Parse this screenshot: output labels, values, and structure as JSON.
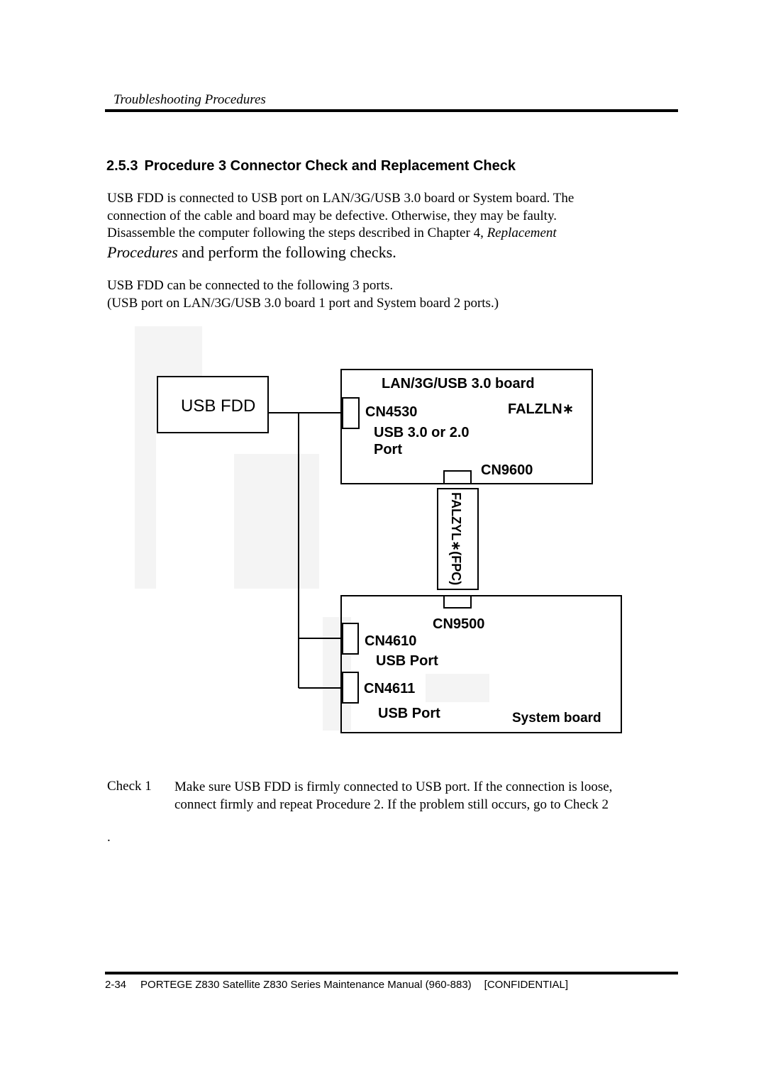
{
  "header": {
    "running_title": "Troubleshooting Procedures"
  },
  "section": {
    "number": "2.5.3",
    "title": "Procedure 3 Connector Check and Replacement Check"
  },
  "para1": {
    "line1": "USB FDD is connected to USB port on LAN/3G/USB 3.0 board or System board. The",
    "line2": "connection of the cable and board may be defective. Otherwise, they may be faulty.",
    "line3_pre": "Disassemble the computer following the steps described in Chapter 4, ",
    "line3_italic": "Replacement",
    "line4_italic": "Procedures",
    "line4_post": " and perform the following checks."
  },
  "para2": {
    "line1": "USB FDD can be connected to the following 3 ports.",
    "line2": "(USB port on LAN/3G/USB 3.0 board 1 port and System board 2 ports.)"
  },
  "diagram": {
    "usb_fdd": "USB FDD",
    "lan_board_title": "LAN/3G/USB 3.0 board",
    "cn4530": "CN4530",
    "falzln": "FALZLN∗",
    "usb30_port_line1": "USB 3.0 or 2.0",
    "usb30_port_line2": "Port",
    "cn9600": "CN9600",
    "cable": "FALZYL∗(FPC)",
    "cn9500": "CN9500",
    "cn4610": "CN4610",
    "usb_port_1": "USB Port",
    "cn4611": "CN4611",
    "usb_port_2": "USB Port",
    "system_board": "System board"
  },
  "check1": {
    "label": "Check 1",
    "line1": "Make sure USB FDD is firmly connected to USB port. If the connection is loose,",
    "line2": "connect firmly and repeat Procedure 2. If the problem still occurs, go to Check 2"
  },
  "stray": ".",
  "footer": {
    "page": "2-34",
    "manual": "PORTEGE Z830 Satellite Z830 Series Maintenance Manual (960-883)",
    "confidential": "[CONFIDENTIAL]"
  }
}
